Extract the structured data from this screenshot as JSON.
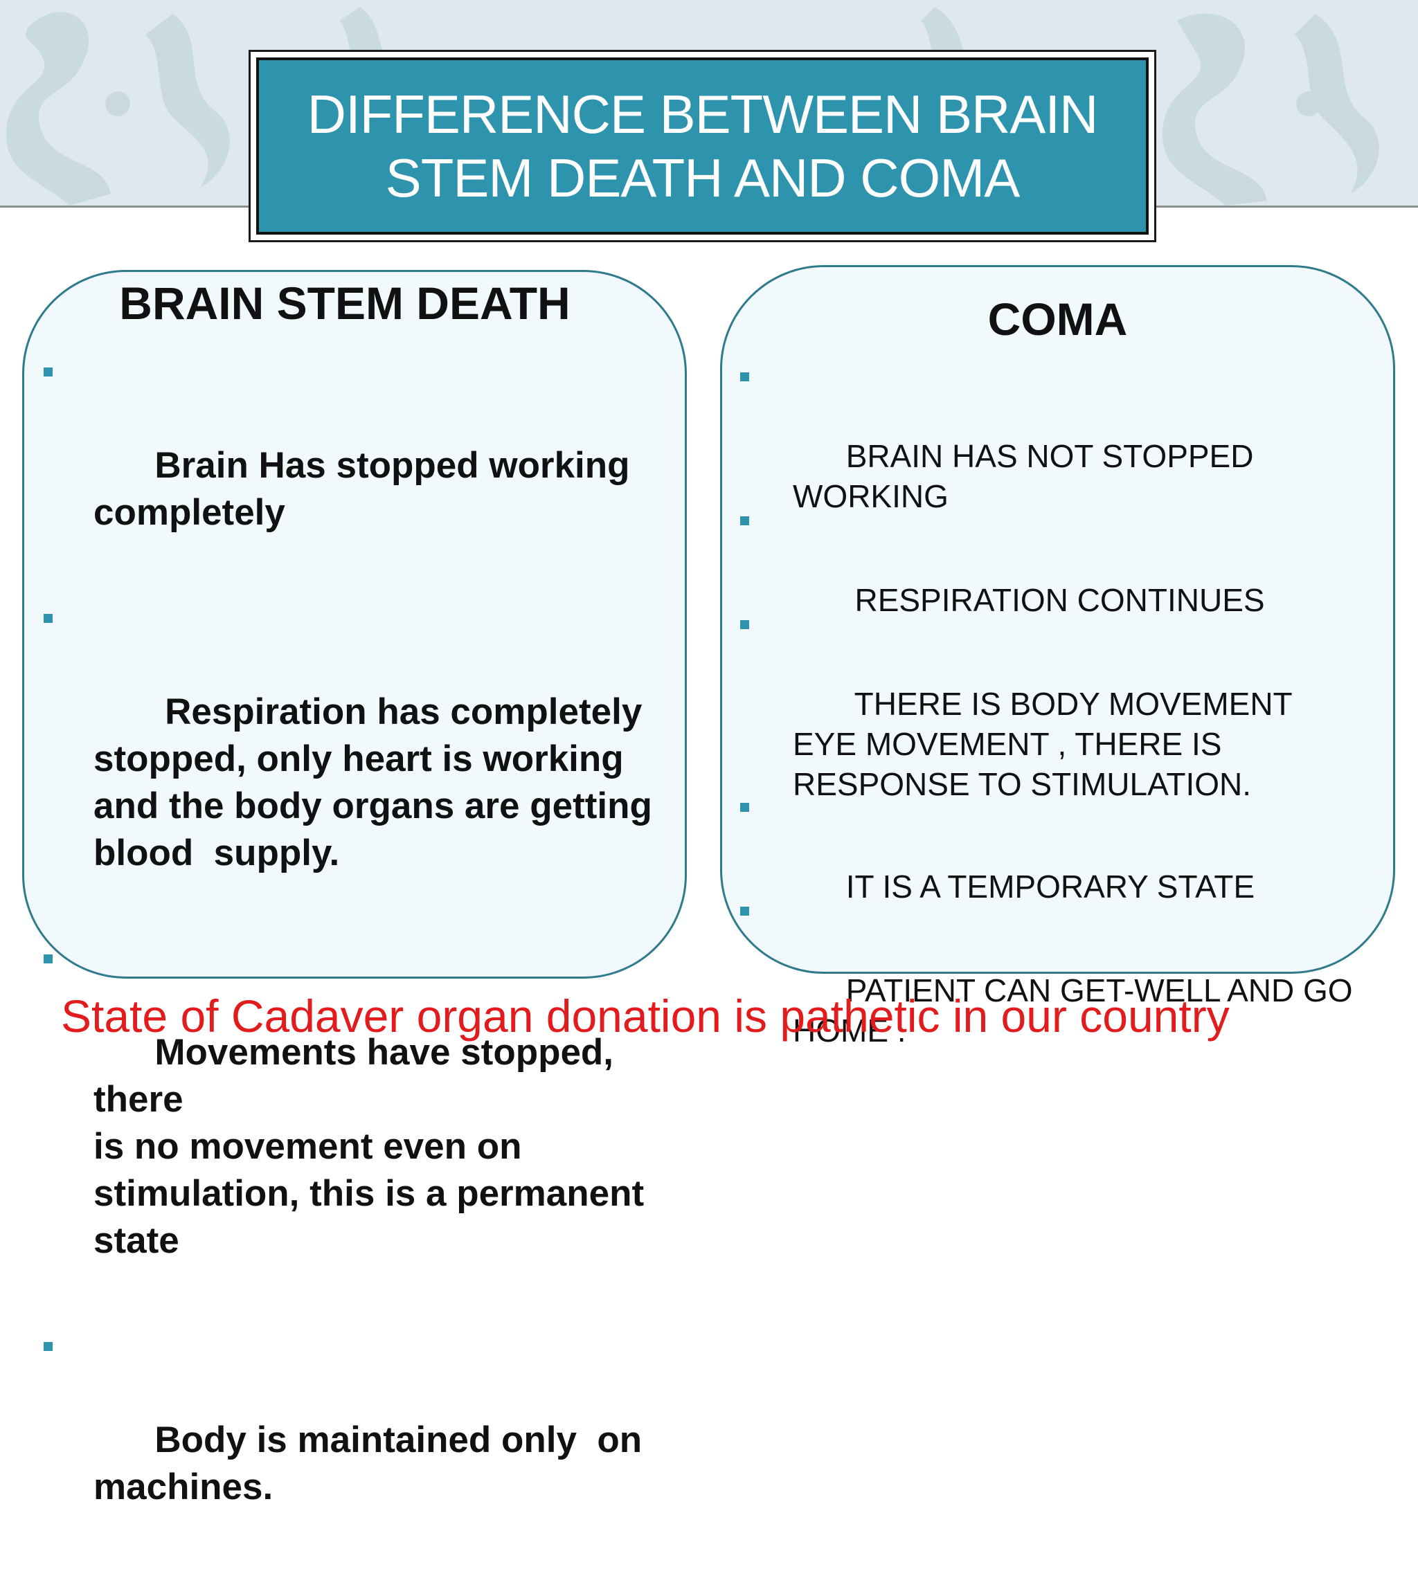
{
  "colors": {
    "accent": "#2e93ad",
    "panel_fill": "#f1f9fc",
    "panel_border": "#2f7b8c",
    "footer_text": "#e21c1c",
    "header_band": "#dfe9ed"
  },
  "title": {
    "line1": "DIFFERENCE BETWEEN BRAIN",
    "line2": "STEM DEATH AND COMA"
  },
  "left_panel": {
    "heading": "BRAIN STEM DEATH",
    "items": [
      "Brain Has stopped working\ncompletely",
      " Respiration has completely\nstopped, only heart is working\nand the body organs are getting\nblood  supply.",
      "Movements have stopped, there\nis no movement even on\nstimulation, this is a permanent\nstate",
      "Body is maintained only  on\nmachines."
    ]
  },
  "right_panel": {
    "heading": "COMA",
    "items": [
      "BRAIN HAS NOT STOPPED\nWORKING",
      " RESPIRATION CONTINUES",
      " THERE IS BODY MOVEMENT\nEYE MOVEMENT , THERE IS\nRESPONSE TO STIMULATION.",
      "IT IS A TEMPORARY STATE",
      "PATIENT CAN GET-WELL AND GO\nHOME ."
    ]
  },
  "footer": "State of Cadaver organ donation is pathetic in our country"
}
